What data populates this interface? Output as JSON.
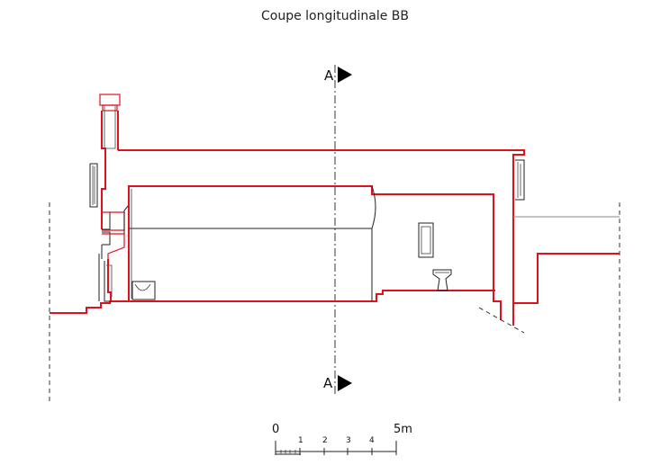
{
  "title": "Coupe longitudinale BB",
  "section_marker": {
    "top_label": "A",
    "bottom_label": "A"
  },
  "scale_bar": {
    "start_label": "0",
    "tick_1": "1",
    "tick_2": "2",
    "tick_3": "3",
    "tick_4": "4",
    "end_label": "5m"
  },
  "colors": {
    "cut_line": "#e0101c",
    "drawing_line": "#222222"
  }
}
